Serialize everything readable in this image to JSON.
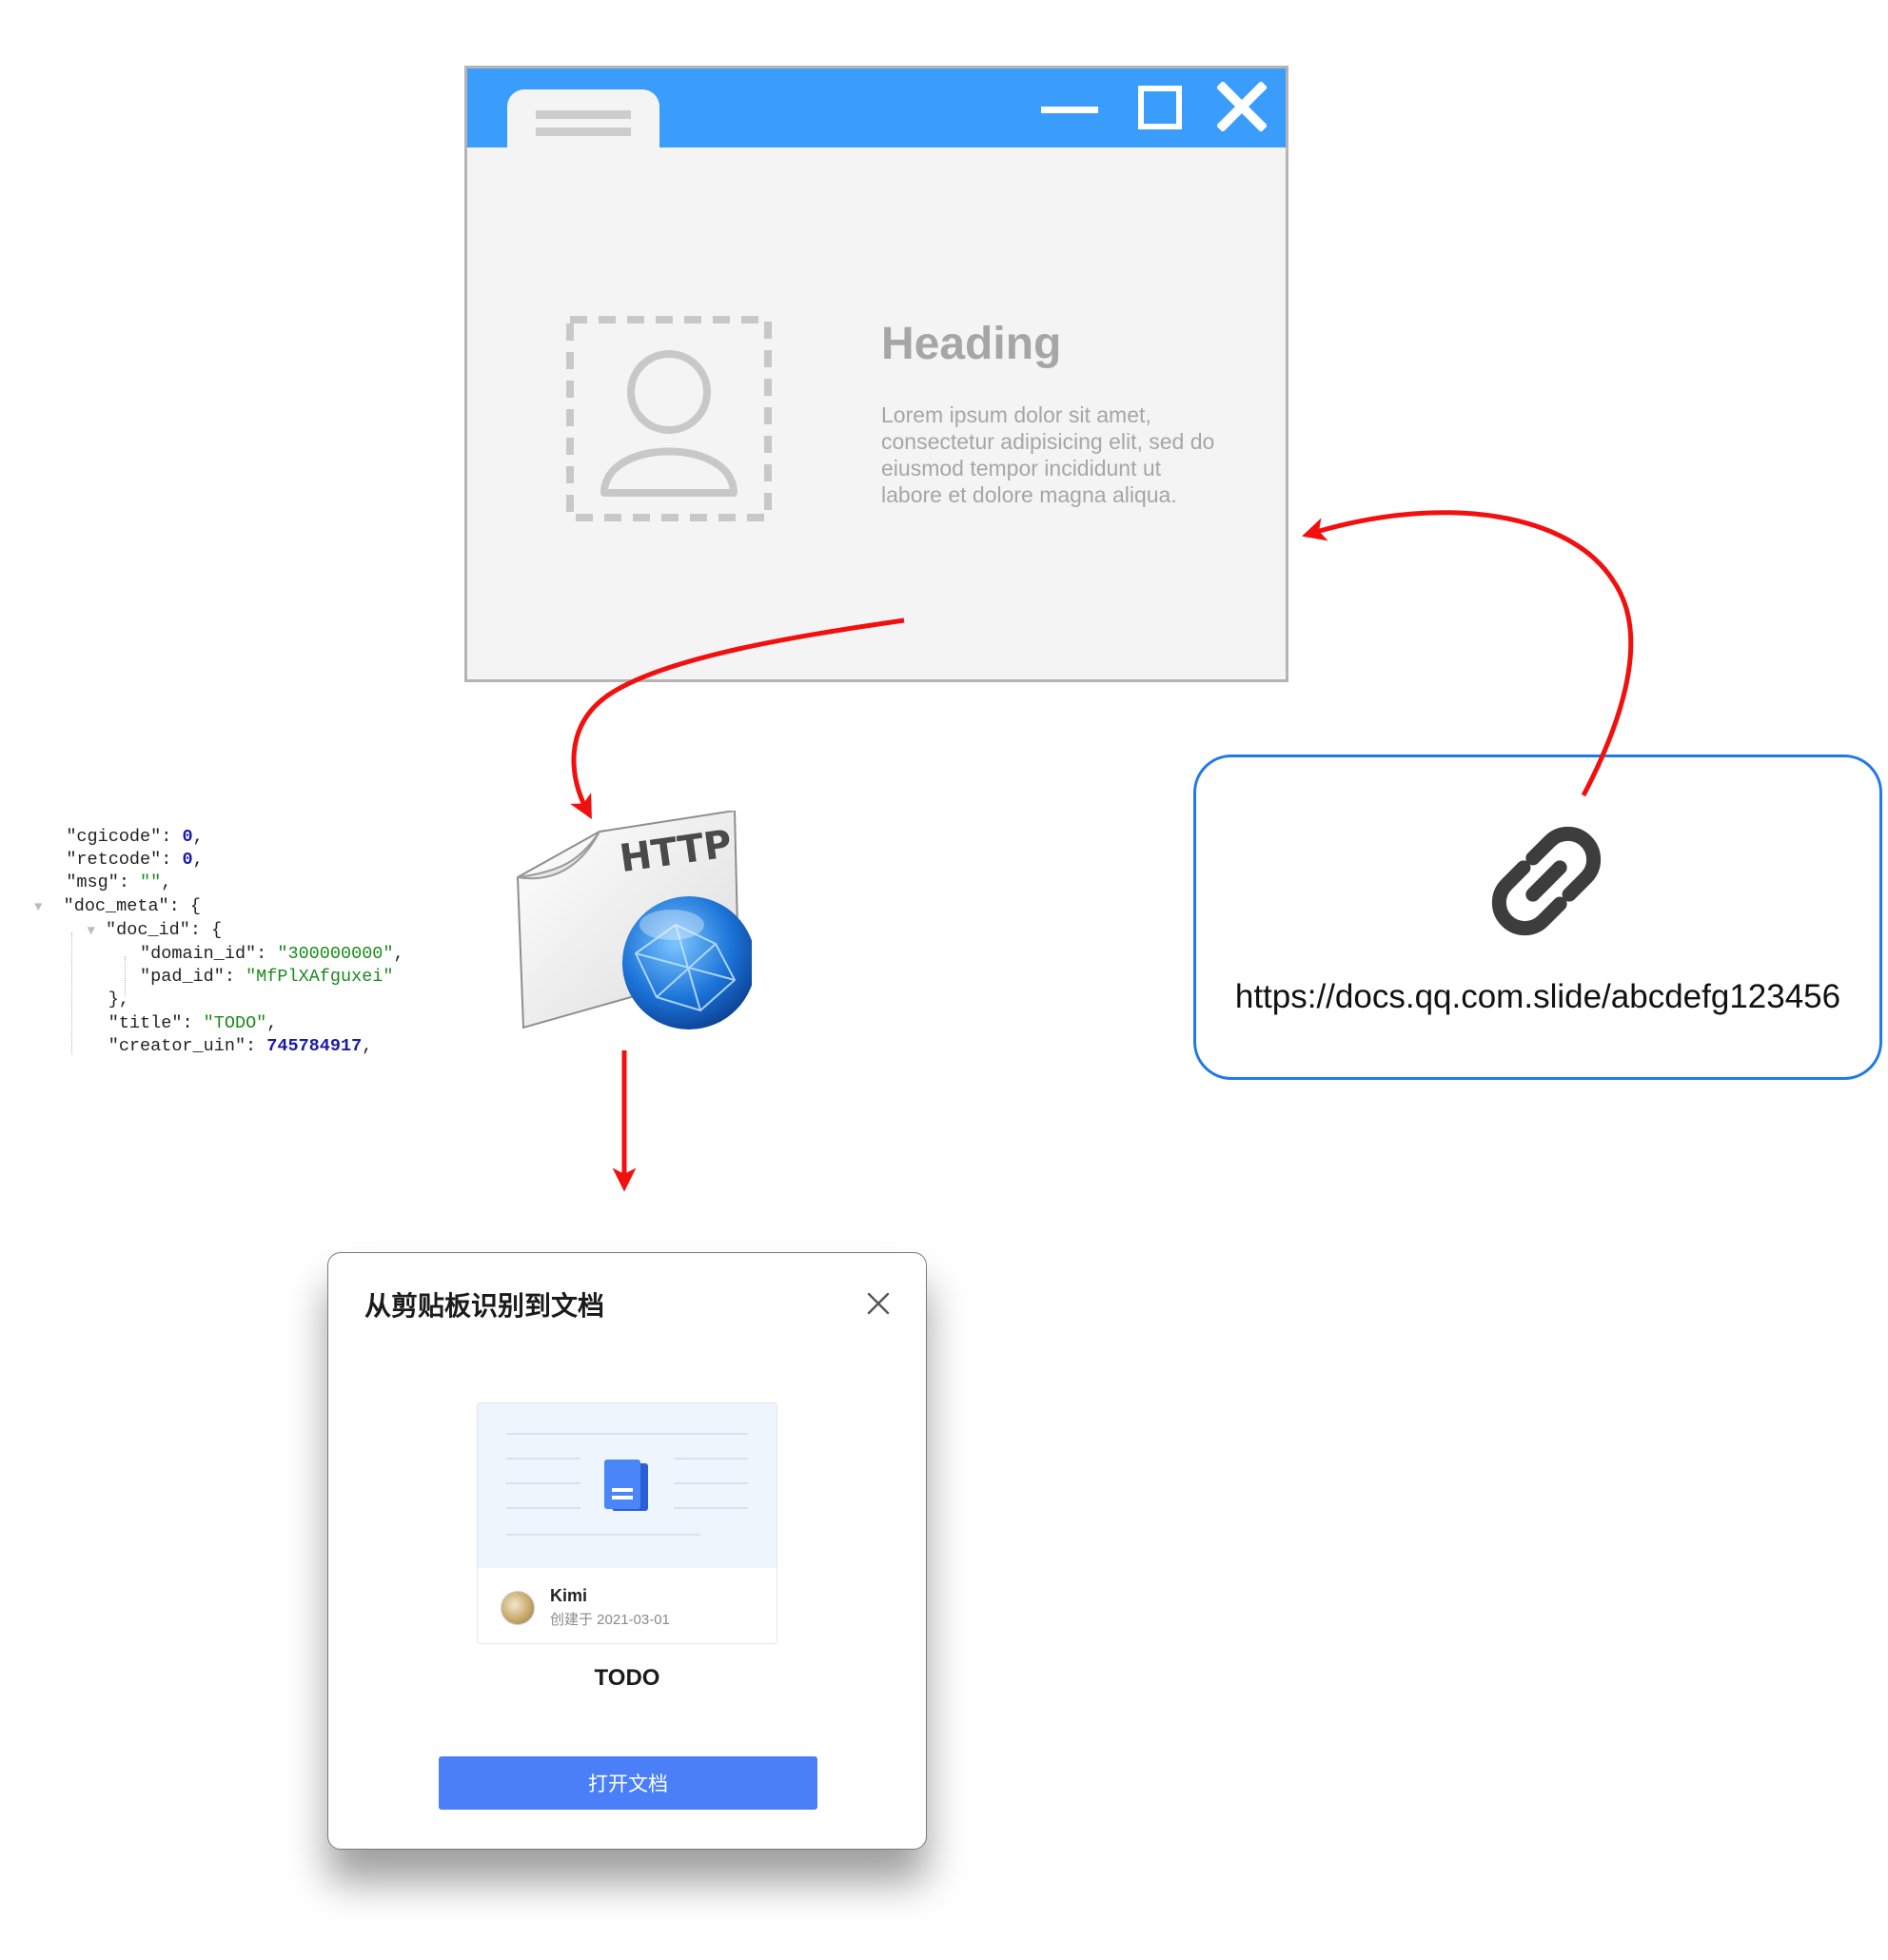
{
  "browser": {
    "heading": "Heading",
    "paragraph": "Lorem ipsum dolor sit amet, consectetur adipisicing elit, sed do eiusmod tempor incididunt ut labore et dolore magna aliqua."
  },
  "json_snippet": {
    "cgicode_key": "\"cgicode\"",
    "cgicode_val": "0",
    "retcode_key": "\"retcode\"",
    "retcode_val": "0",
    "msg_key": "\"msg\"",
    "msg_val": "\"\"",
    "doc_meta_key": "\"doc_meta\"",
    "doc_id_key": "\"doc_id\"",
    "domain_id_key": "\"domain_id\"",
    "domain_id_val": "\"300000000\"",
    "pad_id_key": "\"pad_id\"",
    "pad_id_val": "\"MfPlXAfguxei\"",
    "title_key": "\"title\"",
    "title_val": "\"TODO\"",
    "creator_uin_key": "\"creator_uin\"",
    "creator_uin_val": "745784917"
  },
  "http_icon": {
    "label": "HTTP"
  },
  "link_card": {
    "url": "https://docs.qq.com.slide/abcdefg123456",
    "icon": "link-icon"
  },
  "dialog": {
    "title": "从剪贴板识别到文档",
    "owner_name": "Kimi",
    "created": "创建于 2021-03-01",
    "doc_title": "TODO",
    "open_button": "打开文档"
  },
  "colors": {
    "titlebar": "#3a9dfb",
    "arrow": "#f2100e",
    "card_border": "#1f7ae8",
    "button": "#4a7ff7"
  }
}
